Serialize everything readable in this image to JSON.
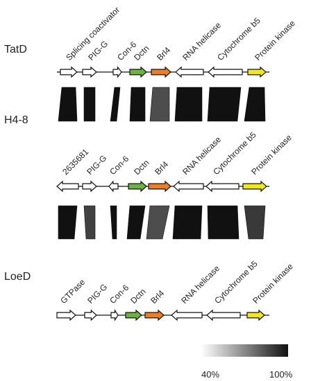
{
  "tracks": [
    {
      "name": "TatD",
      "genes": [
        {
          "label": "Splicing coactivator",
          "dir": "R",
          "color": "white"
        },
        {
          "label": "PIG-G",
          "dir": "R",
          "color": "white"
        },
        {
          "label": "Con-6",
          "dir": "R",
          "color": "white"
        },
        {
          "label": "Dctn",
          "dir": "R",
          "color": "#6cb33f"
        },
        {
          "label": "Brl4",
          "dir": "R",
          "color": "#ef7d22"
        },
        {
          "label": "RNA helicase",
          "dir": "L",
          "color": "white"
        },
        {
          "label": "Cytochrome b5",
          "dir": "L",
          "color": "white"
        },
        {
          "label": "Protein kinase",
          "dir": "R",
          "color": "#f1e81b"
        }
      ]
    },
    {
      "name": "H4-8",
      "genes": [
        {
          "label": "2635681",
          "dir": "L",
          "color": "white"
        },
        {
          "label": "PIG-G",
          "dir": "R",
          "color": "white"
        },
        {
          "label": "Con-6",
          "dir": "L",
          "color": "white"
        },
        {
          "label": "Dctn",
          "dir": "R",
          "color": "#6cb33f"
        },
        {
          "label": "Brl4",
          "dir": "R",
          "color": "#ef7d22"
        },
        {
          "label": "RNA helicase",
          "dir": "L",
          "color": "white"
        },
        {
          "label": "Cytochrome b5",
          "dir": "L",
          "color": "white"
        },
        {
          "label": "Protein kinase",
          "dir": "R",
          "color": "#f1e81b"
        }
      ]
    },
    {
      "name": "LoeD",
      "genes": [
        {
          "label": "GTPase",
          "dir": "R",
          "color": "white"
        },
        {
          "label": "PIG-G",
          "dir": "R",
          "color": "white"
        },
        {
          "label": "Con-6",
          "dir": "R",
          "color": "white"
        },
        {
          "label": "Dctn",
          "dir": "R",
          "color": "#6cb33f"
        },
        {
          "label": "Brl4",
          "dir": "R",
          "color": "#ef7d22"
        },
        {
          "label": "RNA helicase",
          "dir": "L",
          "color": "white"
        },
        {
          "label": "Cytochrome b5",
          "dir": "L",
          "color": "white"
        },
        {
          "label": "Protein kinase",
          "dir": "R",
          "color": "#f1e81b"
        }
      ]
    }
  ],
  "comparisons": [
    {
      "between": [
        "TatD",
        "H4-8"
      ],
      "identity_percent": [
        100,
        100,
        100,
        100,
        85,
        100,
        100,
        100
      ]
    },
    {
      "between": [
        "H4-8",
        "LoeD"
      ],
      "identity_percent": [
        100,
        88,
        100,
        100,
        85,
        100,
        100,
        90
      ]
    }
  ],
  "scale": {
    "min_label": "40%",
    "max_label": "100%",
    "min_color": "#ffffff",
    "max_color": "#111111"
  }
}
